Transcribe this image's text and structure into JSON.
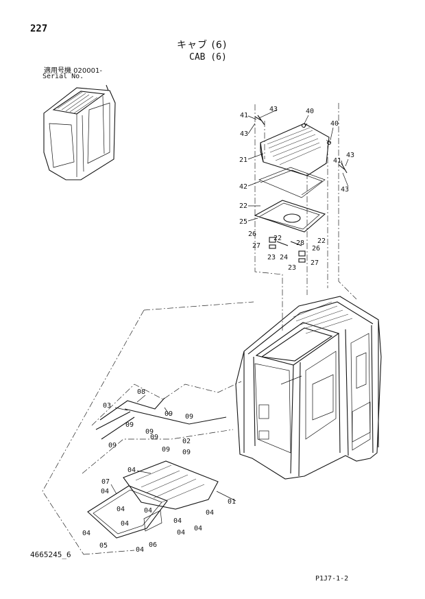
{
  "header": {
    "page_number": "227",
    "title_jp": "キャブ (6)",
    "title_en": "CAB (6)",
    "serial_label_jp": "適用号機 020001-",
    "serial_label_en": "Serial No."
  },
  "footer": {
    "doc_number": "4665245_6",
    "sheet_ref": "P1J7-1-2"
  },
  "callouts": {
    "c01": "01",
    "c02": "02",
    "c03": "03",
    "c04": "04",
    "c05": "05",
    "c06": "06",
    "c07": "07",
    "c08": "08",
    "c09": "09",
    "c21": "21",
    "c22": "22",
    "c23": "23",
    "c24": "24",
    "c25": "25",
    "c26": "26",
    "c27": "27",
    "c28": "28",
    "c40": "40",
    "c41": "41",
    "c42": "42",
    "c43": "43"
  }
}
